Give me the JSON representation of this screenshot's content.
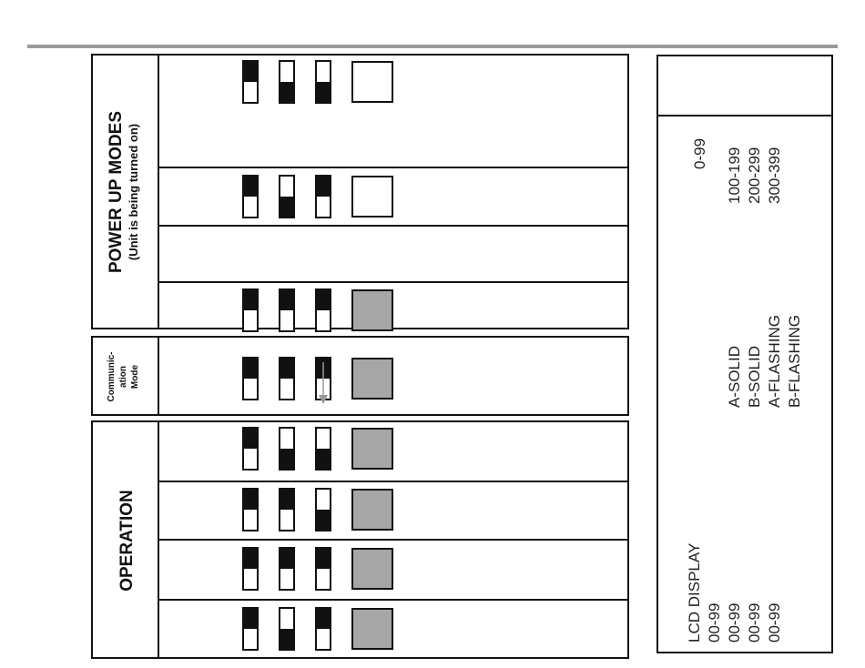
{
  "sections": {
    "power_up": {
      "title": "POWER UP MODES",
      "subtitle": "(Unit is being turned on)"
    },
    "comm": {
      "line1": "Communic-",
      "line2": "ation",
      "line3": "Mode"
    },
    "operation": {
      "title": "OPERATION"
    }
  },
  "switch_rows": [
    {
      "section": "power_up",
      "switches": [
        "up",
        "down",
        "down"
      ],
      "indicator": "white"
    },
    {
      "section": "power_up",
      "switches": [
        "up",
        "down",
        "up"
      ],
      "indicator": "white"
    },
    {
      "section": "power_up",
      "switches": [
        "up",
        "up",
        "up"
      ],
      "indicator": "gray"
    },
    {
      "section": "comm",
      "switches": [
        "up",
        "up",
        "up"
      ],
      "indicator": "gray",
      "arrow_on_switch": 3
    },
    {
      "section": "operation",
      "switches": [
        "up",
        "down",
        "down"
      ],
      "indicator": "gray"
    },
    {
      "section": "operation",
      "switches": [
        "up",
        "up",
        "down"
      ],
      "indicator": "gray"
    },
    {
      "section": "operation",
      "switches": [
        "up",
        "up",
        "up"
      ],
      "indicator": "gray"
    },
    {
      "section": "operation",
      "switches": [
        "up",
        "down",
        "up"
      ],
      "indicator": "gray"
    }
  ],
  "display_panel": {
    "ranges": [
      "0-99",
      "100-199",
      "200-299",
      "300-399"
    ],
    "modes": [
      "A-SOLID",
      "B-SOLID",
      "A-FLASHING",
      "B-FLASHING"
    ],
    "lcd_header": "LCD DISPLAY",
    "lcd_values": [
      "00-99",
      "00-99",
      "00-99",
      "00-99"
    ]
  },
  "colors": {
    "gray_indicator": "#a6a6a6",
    "divider": "#9a9a9a",
    "ink": "#111111"
  }
}
